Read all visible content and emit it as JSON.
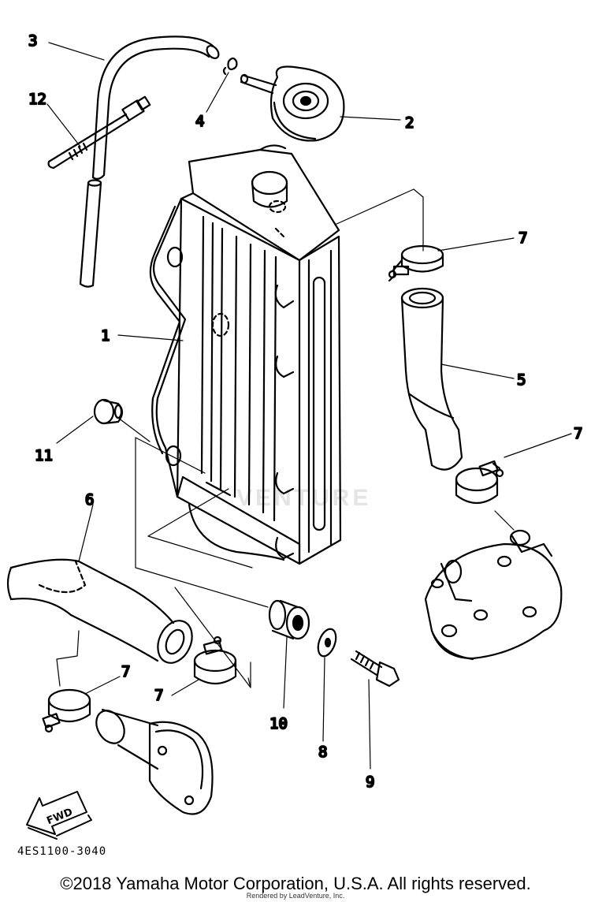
{
  "diagram": {
    "code": "4ES1100-3040",
    "copyright": "©2018 Yamaha Motor Corporation, U.S.A. All rights reserved.",
    "renderer": "Rendered by LeadVenture, Inc.",
    "watermark": "VENTURE",
    "fwd_label": "FWD",
    "callouts": [
      {
        "id": "c1",
        "label": "1"
      },
      {
        "id": "c2",
        "label": "2"
      },
      {
        "id": "c3",
        "label": "3"
      },
      {
        "id": "c4",
        "label": "4"
      },
      {
        "id": "c5",
        "label": "5"
      },
      {
        "id": "c6",
        "label": "6"
      },
      {
        "id": "c7a",
        "label": "7"
      },
      {
        "id": "c7b",
        "label": "7"
      },
      {
        "id": "c7c",
        "label": "7"
      },
      {
        "id": "c7d",
        "label": "7"
      },
      {
        "id": "c8",
        "label": "8"
      },
      {
        "id": "c9",
        "label": "9"
      },
      {
        "id": "c10",
        "label": "10"
      },
      {
        "id": "c11",
        "label": "11"
      },
      {
        "id": "c12",
        "label": "12"
      }
    ]
  }
}
